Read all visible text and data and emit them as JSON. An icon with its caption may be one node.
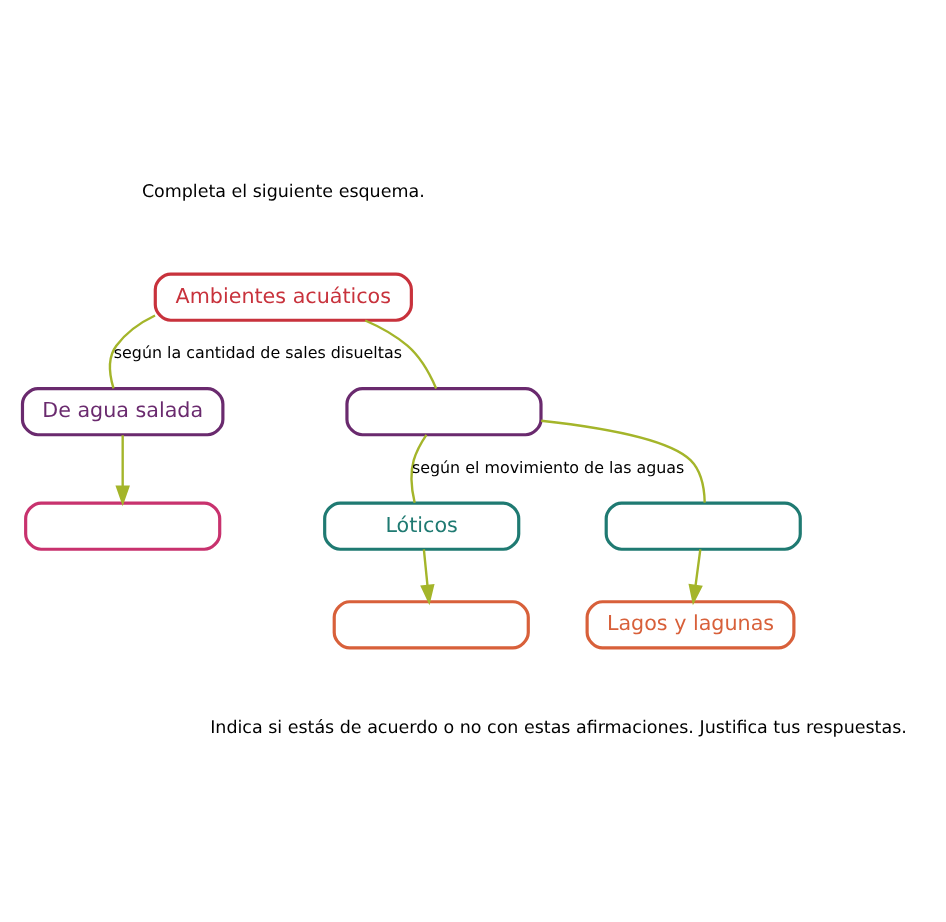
{
  "diagram": {
    "nodes": [
      {
        "text": [
          "Ambientes acuáticos"
        ]
      },
      {
        "text": [
          "De agua salada"
        ]
      },
      {
        "text": [],
        "shape": "box"
      },
      {
        "text": [],
        "shape": "box"
      },
      {
        "text": [
          "Lóticos"
        ]
      },
      {
        "text": [],
        "shape": "box"
      },
      {
        "text": [],
        "shape": "box"
      },
      {
        "text": [
          "Lagos y lagunas"
        ]
      }
    ],
    "edges": [
      {
        "from": 0,
        "to": 1,
        "arrow": "none",
        "label": "según la cantidad de sales disueltas"
      },
      {
        "from": 0,
        "to": 2,
        "arrow": "none"
      },
      {
        "from": 1,
        "to": 3,
        "arrow": "to"
      },
      {
        "from": 2,
        "to": 4,
        "arrow": "none",
        "label": "según el movimiento de las aguas"
      },
      {
        "from": 2,
        "to": 5,
        "arrow": "none"
      },
      {
        "from": 4,
        "to": 6,
        "arrow": "to"
      },
      {
        "from": 5,
        "to": 7,
        "arrow": "to"
      }
    ],
    "labels": [
      "Completa el siguiente esquema.",
      "Indica si estás de acuerdo o no con estas afirmaciones. Justifica tus respuestas."
    ]
  }
}
